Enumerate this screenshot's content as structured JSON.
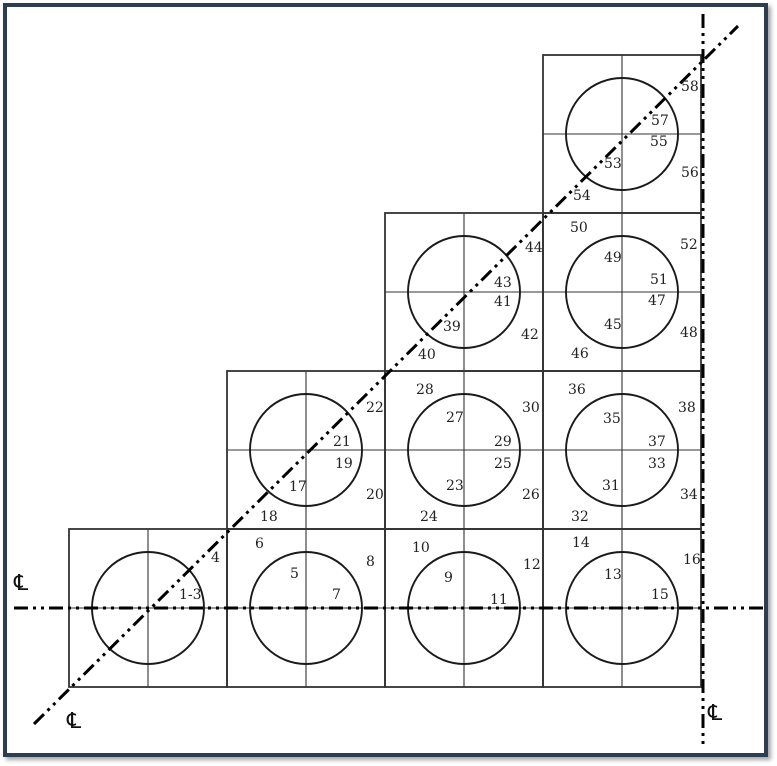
{
  "diagram": {
    "centerline_symbol": "℄",
    "cells": [
      {
        "row": 0,
        "col": 0
      },
      {
        "row": 0,
        "col": 1
      },
      {
        "row": 0,
        "col": 2
      },
      {
        "row": 0,
        "col": 3
      },
      {
        "row": 1,
        "col": 1
      },
      {
        "row": 1,
        "col": 2
      },
      {
        "row": 1,
        "col": 3
      },
      {
        "row": 2,
        "col": 2
      },
      {
        "row": 2,
        "col": 3
      },
      {
        "row": 3,
        "col": 3
      }
    ],
    "labels": [
      "1-3",
      "4",
      "5",
      "6",
      "7",
      "8",
      "9",
      "10",
      "11",
      "12",
      "13",
      "14",
      "15",
      "16",
      "17",
      "18",
      "19",
      "20",
      "21",
      "22",
      "23",
      "24",
      "25",
      "26",
      "27",
      "28",
      "29",
      "30",
      "31",
      "32",
      "33",
      "34",
      "35",
      "36",
      "37",
      "38",
      "39",
      "40",
      "41",
      "42",
      "43",
      "44",
      "45",
      "46",
      "47",
      "48",
      "49",
      "50",
      "51",
      "52",
      "53",
      "54",
      "55",
      "56",
      "57",
      "58"
    ]
  }
}
